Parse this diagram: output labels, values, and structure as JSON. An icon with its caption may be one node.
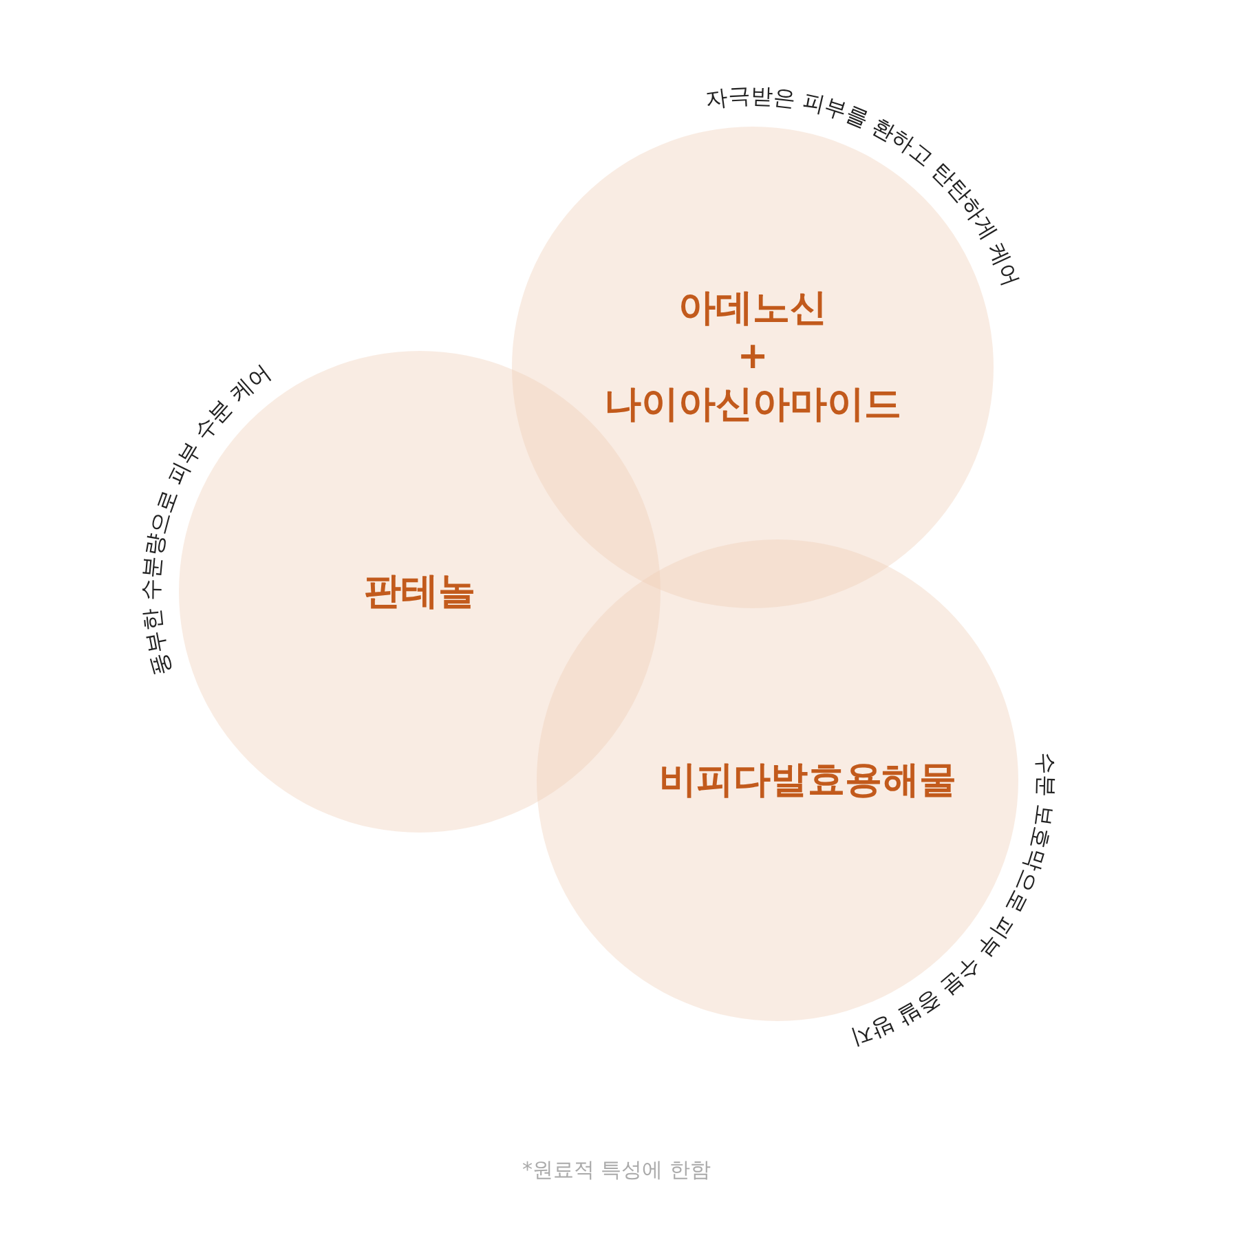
{
  "diagram": {
    "nodes": [
      {
        "text": [
          "자극받은 피부를 환하고 탄탄하게 케어",
          "아데노신 + 나이아신아마이드"
        ]
      },
      {
        "text": [
          "풍부한 수분량으로 피부 수분 케어",
          "판테놀"
        ]
      },
      {
        "text": [
          "비피다발효용해물",
          "수분 보호막으로 피부 수분 증발 방지"
        ]
      }
    ],
    "labels": [
      "*원료적 특성에 한함"
    ]
  }
}
